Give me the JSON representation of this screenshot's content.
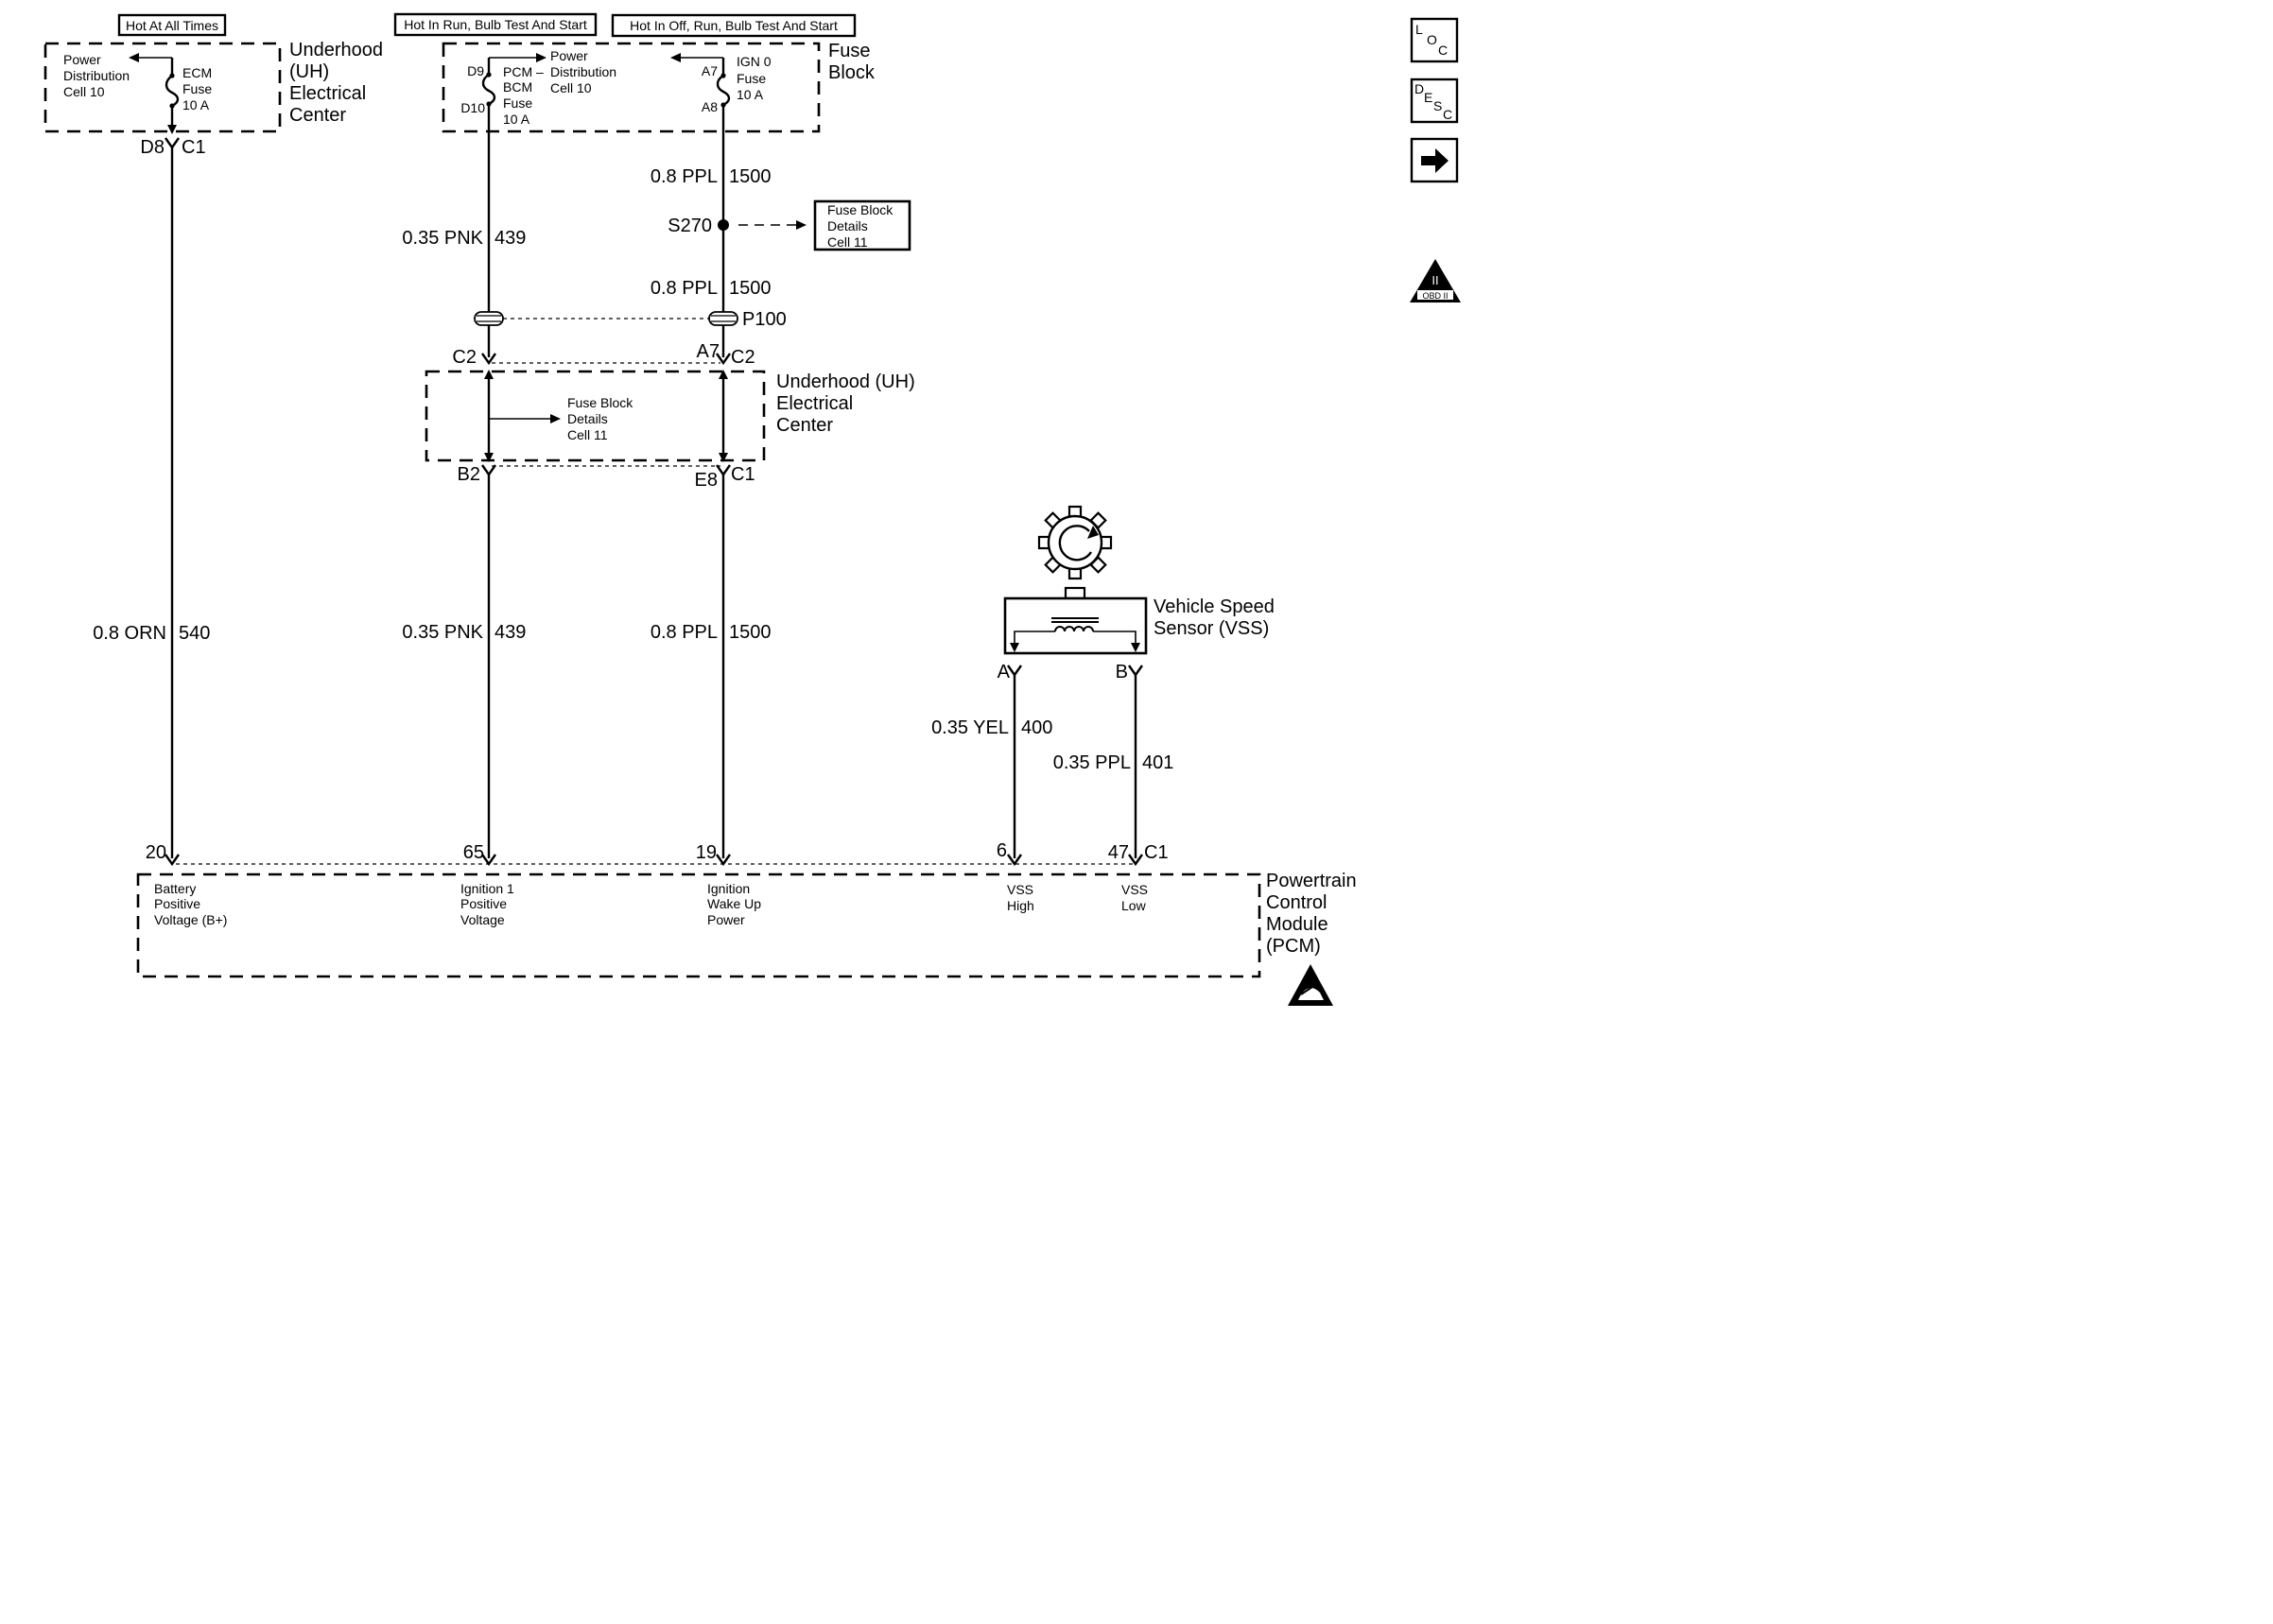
{
  "headers": {
    "hot_at_all_times": "Hot At All Times",
    "hot_in_run": "Hot In Run, Bulb Test And Start",
    "hot_in_off": "Hot In Off, Run, Bulb Test And Start"
  },
  "uh_center_top": {
    "title": [
      "Underhood",
      "(UH)",
      "Electrical",
      "Center"
    ],
    "power_dist": [
      "Power",
      "Distribution",
      "Cell 10"
    ],
    "fuse": [
      "ECM",
      "Fuse",
      "10 A"
    ],
    "connector_pin": "D8",
    "connector": "C1"
  },
  "fuse_block": {
    "title": [
      "Fuse",
      "Block"
    ],
    "pcm_fuse": [
      "PCM –",
      "BCM",
      "Fuse",
      "10 A"
    ],
    "power_dist": [
      "Power",
      "Distribution",
      "Cell 10"
    ],
    "ign_fuse": [
      "IGN 0",
      "Fuse",
      "10 A"
    ],
    "pins": {
      "d9": "D9",
      "d10": "D10",
      "a7": "A7",
      "a8": "A8"
    }
  },
  "wires": {
    "w540": {
      "gauge": "0.8 ORN",
      "circuit": "540"
    },
    "w439_upper": {
      "gauge": "0.35 PNK",
      "circuit": "439"
    },
    "w439_lower": {
      "gauge": "0.35 PNK",
      "circuit": "439"
    },
    "w1500_a": {
      "gauge": "0.8 PPL",
      "circuit": "1500"
    },
    "w1500_b": {
      "gauge": "0.8 PPL",
      "circuit": "1500"
    },
    "w1500_c": {
      "gauge": "0.8 PPL",
      "circuit": "1500"
    },
    "w400": {
      "gauge": "0.35 YEL",
      "circuit": "400"
    },
    "w401": {
      "gauge": "0.35 PPL",
      "circuit": "401"
    }
  },
  "splice": {
    "label": "S270"
  },
  "fuse_block_details_ref": [
    "Fuse Block",
    "Details",
    "Cell 11"
  ],
  "pass_through": {
    "label": "P100"
  },
  "uh_center_mid": {
    "title": [
      "Underhood (UH)",
      "Electrical",
      "Center"
    ],
    "details": [
      "Fuse Block",
      "Details",
      "Cell 11"
    ],
    "pins": {
      "c2_left": "C2",
      "a7": "A7",
      "c2_right": "C2",
      "b2": "B2",
      "e8": "E8",
      "c1": "C1"
    }
  },
  "vss": {
    "title": [
      "Vehicle Speed",
      "Sensor (VSS)"
    ],
    "pin_a": "A",
    "pin_b": "B"
  },
  "pcm": {
    "title": [
      "Powertrain",
      "Control",
      "Module",
      "(PCM)"
    ],
    "pins": {
      "p20": "20",
      "p65": "65",
      "p19": "19",
      "p6": "6",
      "p47": "47",
      "c1": "C1"
    },
    "b_plus": [
      "Battery",
      "Positive",
      "Voltage (B+)"
    ],
    "ign1": [
      "Ignition 1",
      "Positive",
      "Voltage"
    ],
    "wake": [
      "Ignition",
      "Wake Up",
      "Power"
    ],
    "vss_high": [
      "VSS",
      "High"
    ],
    "vss_low": [
      "VSS",
      "Low"
    ]
  },
  "side_icons": {
    "loc": [
      "L",
      "O",
      "C"
    ],
    "desc": [
      "D",
      "E",
      "S",
      "C"
    ],
    "next": "arrow-right-icon",
    "obd": {
      "numeral": "II",
      "label": "OBD II"
    }
  },
  "colors": {
    "ink": "#000000",
    "paper": "#ffffff"
  }
}
